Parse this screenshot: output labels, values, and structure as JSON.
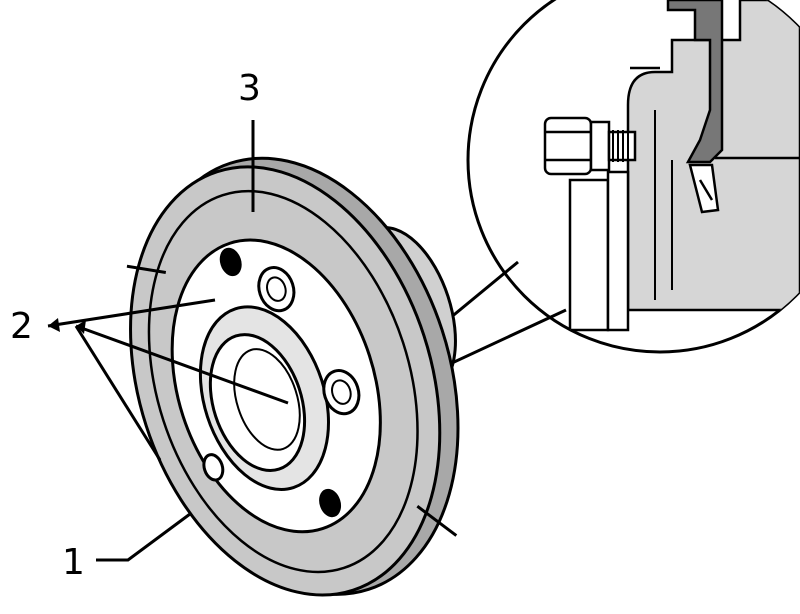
{
  "labels": {
    "hub": "1",
    "bolts": "2",
    "disc": "3"
  },
  "colors": {
    "ink": "#000000",
    "disc_face": "#c8c8c8",
    "disc_dark": "#9a9a9a",
    "paper": "#ffffff"
  }
}
